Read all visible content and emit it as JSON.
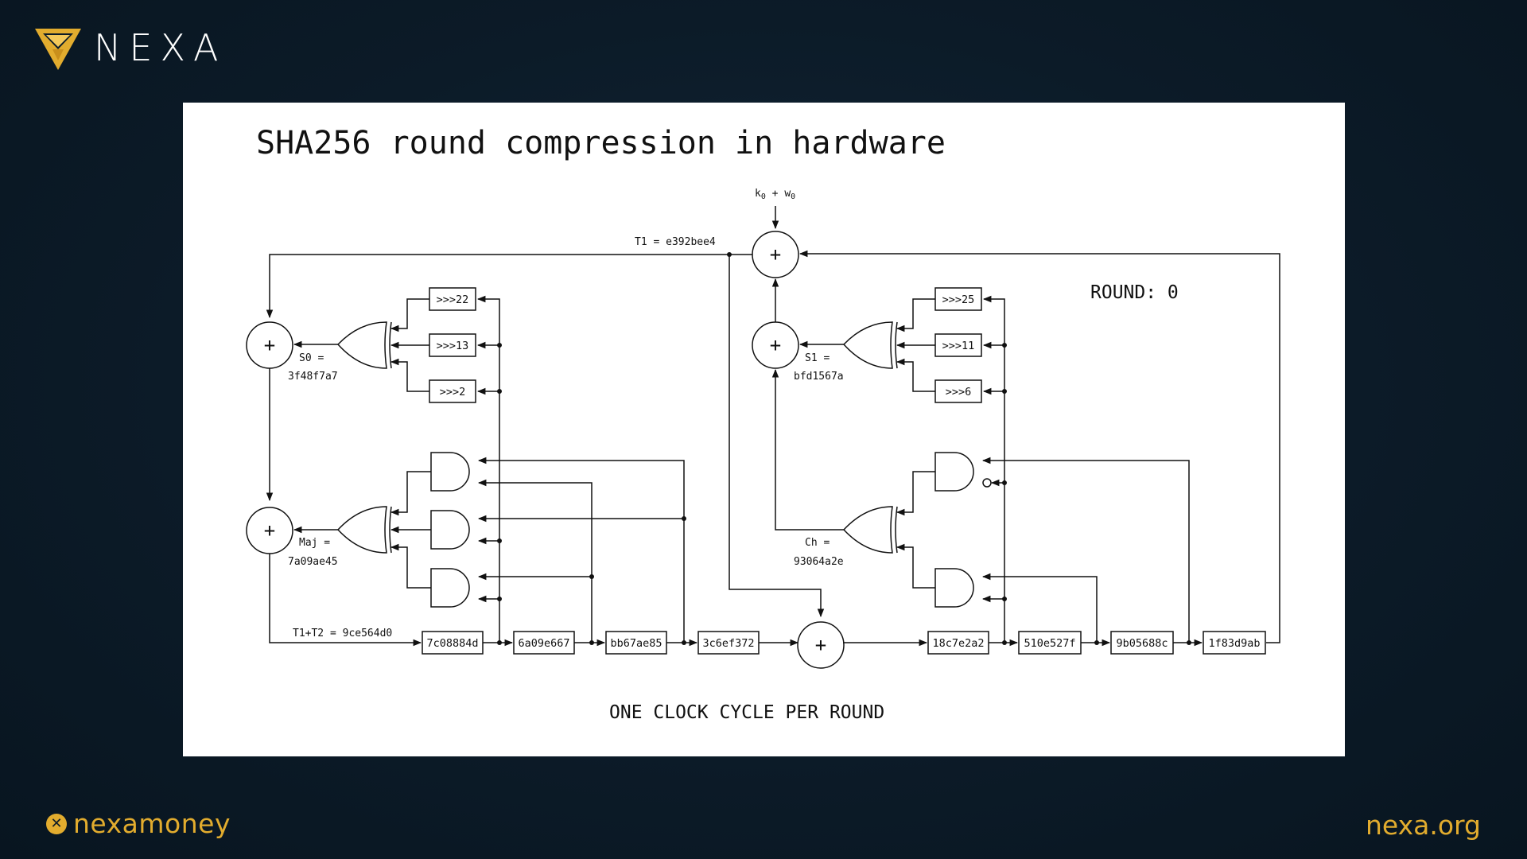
{
  "brand": {
    "name": "NEXA",
    "handle": "nexamoney",
    "website": "nexa.org",
    "accent": "#e2ac2e",
    "background": "#0c1b28"
  },
  "slide": {
    "title": "SHA256 round compression in hardware",
    "round_label": "ROUND: 0",
    "footer_caption": "ONE CLOCK CYCLE PER ROUND"
  },
  "diagram": {
    "input_label": "k",
    "input_sub_k": "0",
    "input_plus": " + w",
    "input_sub_w": "0",
    "t1": "T1 = e392bee4",
    "t1t2": "T1+T2 = 9ce564d0",
    "s0_name": "S0 =",
    "s0_value": "3f48f7a7",
    "maj_name": "Maj =",
    "maj_value": "7a09ae45",
    "s1_name": "S1 =",
    "s1_value": "bfd1567a",
    "ch_name": "Ch =",
    "ch_value": "93064a2e",
    "rot_left": [
      ">>>22",
      ">>>13",
      ">>>2"
    ],
    "rot_right": [
      ">>>25",
      ">>>11",
      ">>>6"
    ],
    "registers": [
      "7c08884d",
      "6a09e667",
      "bb67ae85",
      "3c6ef372",
      "18c7e2a2",
      "510e527f",
      "9b05688c",
      "1f83d9ab"
    ],
    "adder_symbol": "+"
  }
}
